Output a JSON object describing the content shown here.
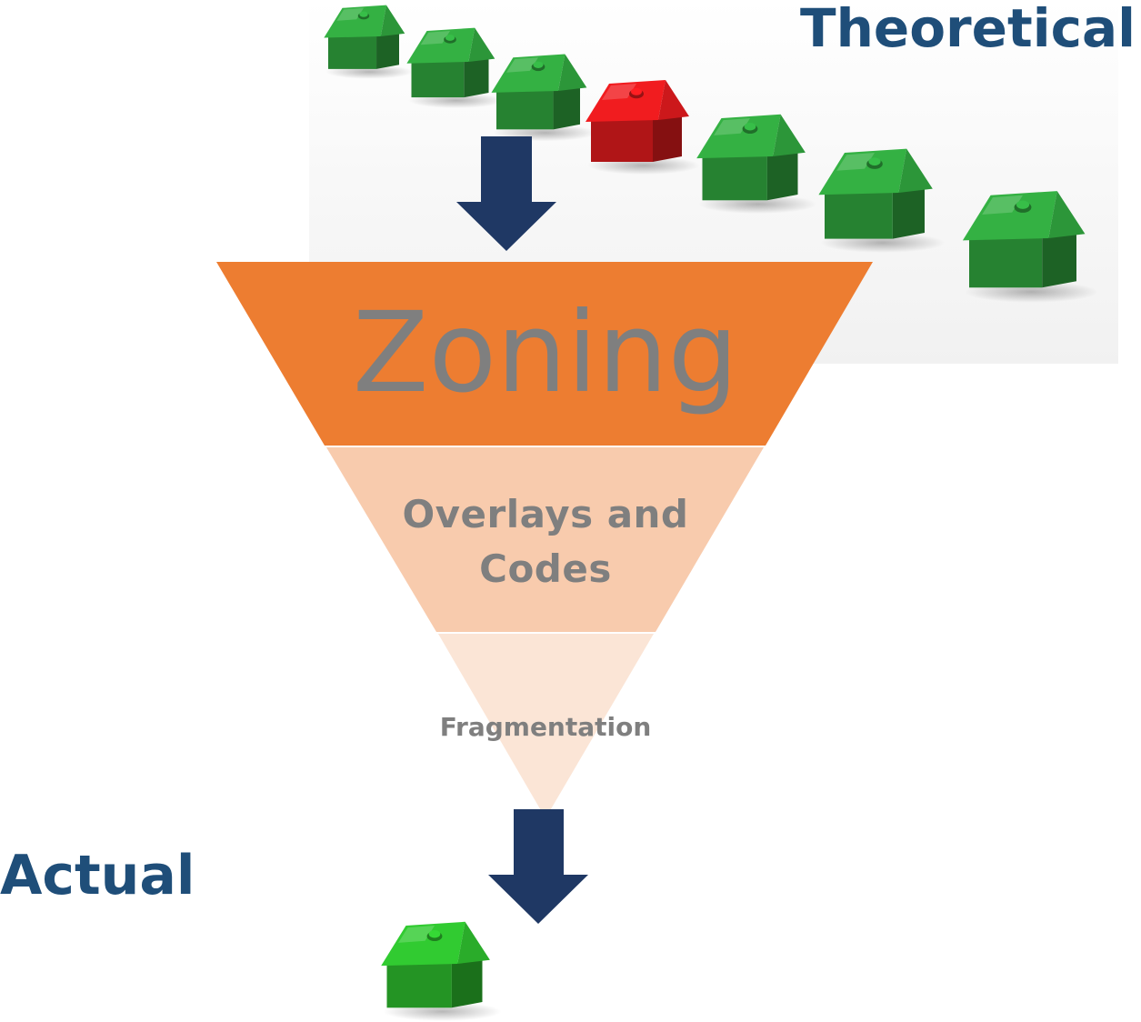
{
  "labels": {
    "theoretical": "Theoretical",
    "actual": "Actual"
  },
  "funnel": {
    "stages": [
      {
        "label": "Zoning",
        "color": "#ED7D31"
      },
      {
        "label": "Overlays and\nCodes",
        "color": "#F8CBAD"
      },
      {
        "label": "Fragmentation",
        "color": "#FBE5D6"
      }
    ]
  },
  "colors": {
    "label_text": "#1F4E79",
    "stage_text": "#7F7F7F",
    "arrow": "#1F3864",
    "house_green": "#2E9E3C",
    "house_red": "#D7191C",
    "house_actual": "#2CB52C",
    "photo_background": "#F4F4F4"
  },
  "houses": {
    "row": [
      "green",
      "green",
      "green",
      "red",
      "green",
      "green",
      "green"
    ],
    "actual": "green"
  }
}
